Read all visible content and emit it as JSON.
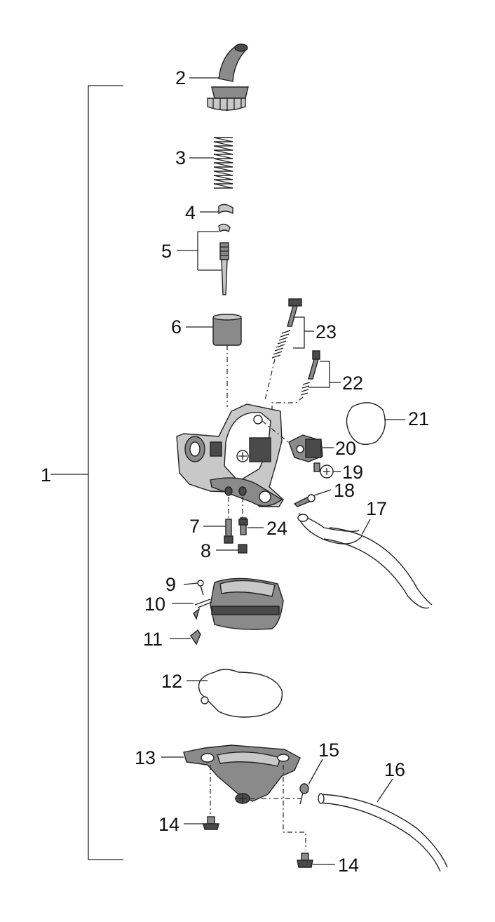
{
  "labels": {
    "l1": "1",
    "l2": "2",
    "l3": "3",
    "l4": "4",
    "l5": "5",
    "l6": "6",
    "l7": "7",
    "l8": "8",
    "l9": "9",
    "l10": "10",
    "l11": "11",
    "l12": "12",
    "l13": "13",
    "l14a": "14",
    "l14b": "14",
    "l15": "15",
    "l16": "16",
    "l17": "17",
    "l18": "18",
    "l19": "19",
    "l20": "20",
    "l21": "21",
    "l22": "22",
    "l23": "23",
    "l24": "24"
  },
  "colors": {
    "ink": "#222222",
    "part_fill": "#8a8a8a",
    "part_dark": "#4a4a4a",
    "background": "#ffffff"
  }
}
